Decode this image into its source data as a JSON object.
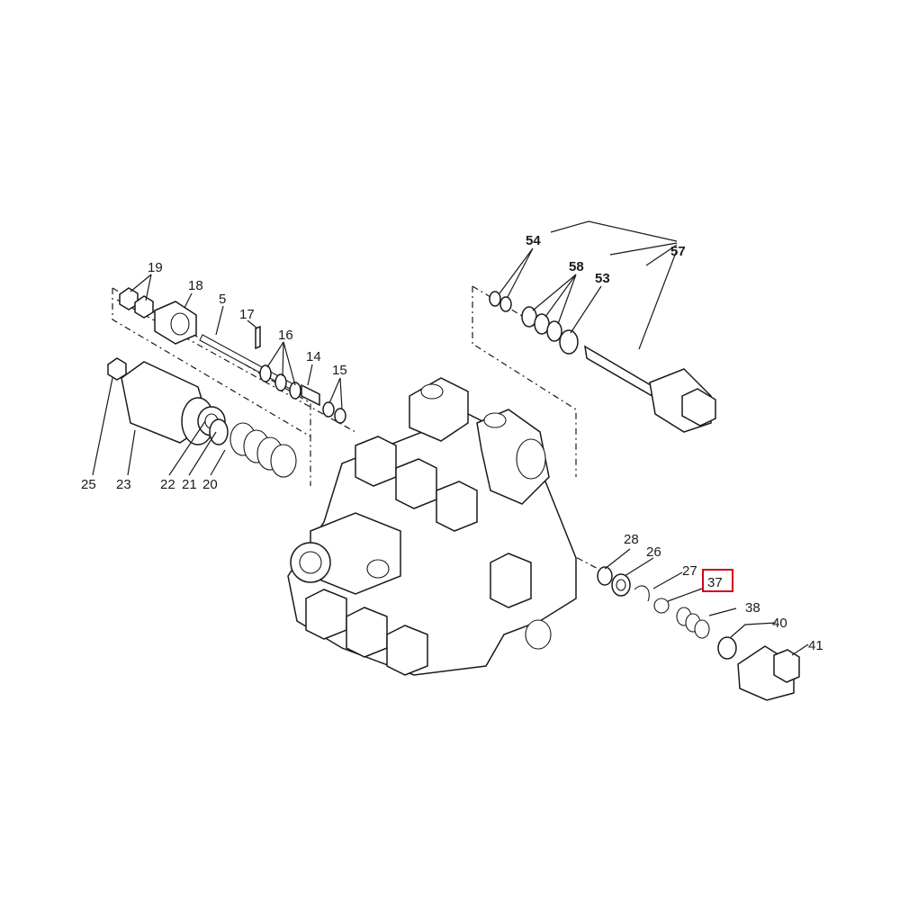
{
  "diagram": {
    "callouts": {
      "c19": "19",
      "c18": "18",
      "c5": "5",
      "c17": "17",
      "c16": "16",
      "c14": "14",
      "c15": "15",
      "c25": "25",
      "c23": "23",
      "c22": "22",
      "c21": "21",
      "c20": "20",
      "c54": "54",
      "c58": "58",
      "c53": "53",
      "c57": "57",
      "c28": "28",
      "c26": "26",
      "c27": "27",
      "c37": "37",
      "c38": "38",
      "c40": "40",
      "c41": "41"
    },
    "highlighted_callout": "37",
    "highlight_color": "#d0021b",
    "line_color": "#1a1a1a",
    "background": "#ffffff"
  }
}
